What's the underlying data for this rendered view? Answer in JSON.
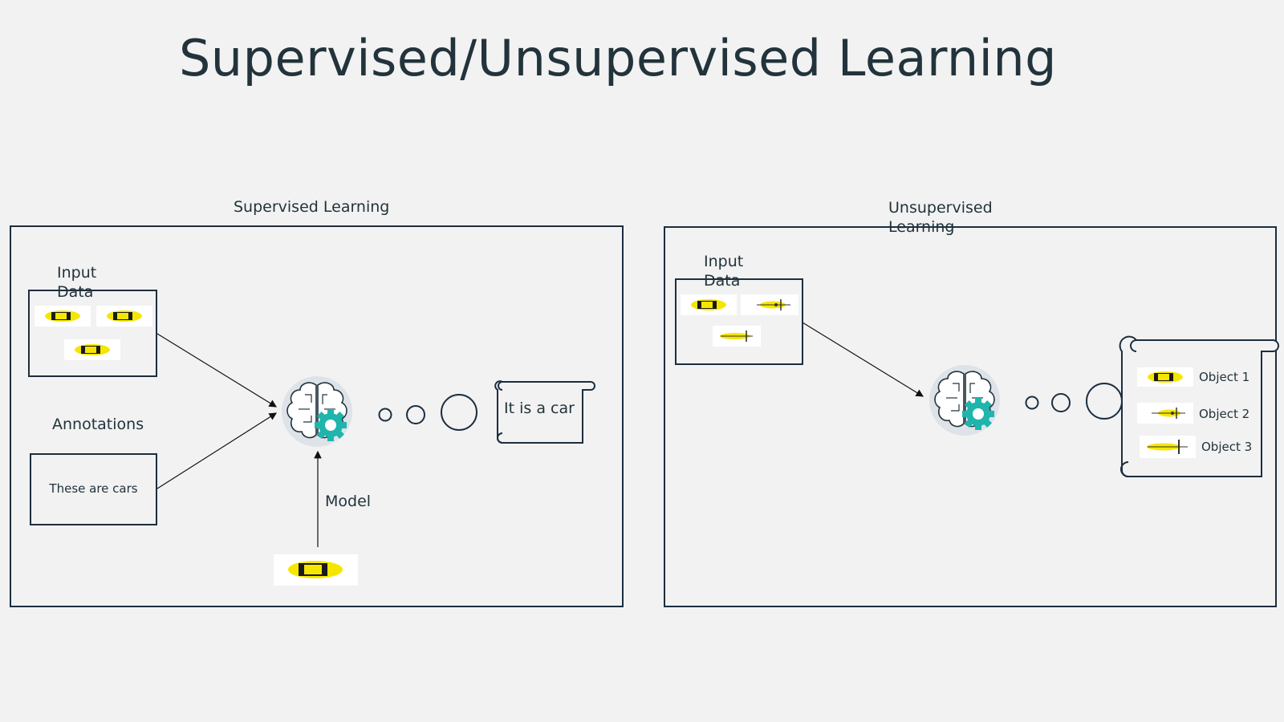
{
  "slide": {
    "title": "Supervised/Unsupervised Learning"
  },
  "supervised": {
    "section_label": "Supervised Learning",
    "input_data_label": "Input Data",
    "annotations_label": "Annotations",
    "annotation_text": "These are cars",
    "model_label": "Model",
    "output_text": "It is a car"
  },
  "unsupervised": {
    "section_label": "Unsupervised Learning",
    "input_data_label": "Input Data",
    "objects": [
      {
        "label": "Object 1",
        "icon": "car-icon"
      },
      {
        "label": "Object 2",
        "icon": "plane-icon"
      },
      {
        "label": "Object 3",
        "icon": "plane-icon"
      }
    ]
  },
  "colors": {
    "frame": "#1c2e40",
    "accent_yellow": "#f5e600",
    "gear_teal": "#1fb5ad",
    "text": "#22333b"
  }
}
